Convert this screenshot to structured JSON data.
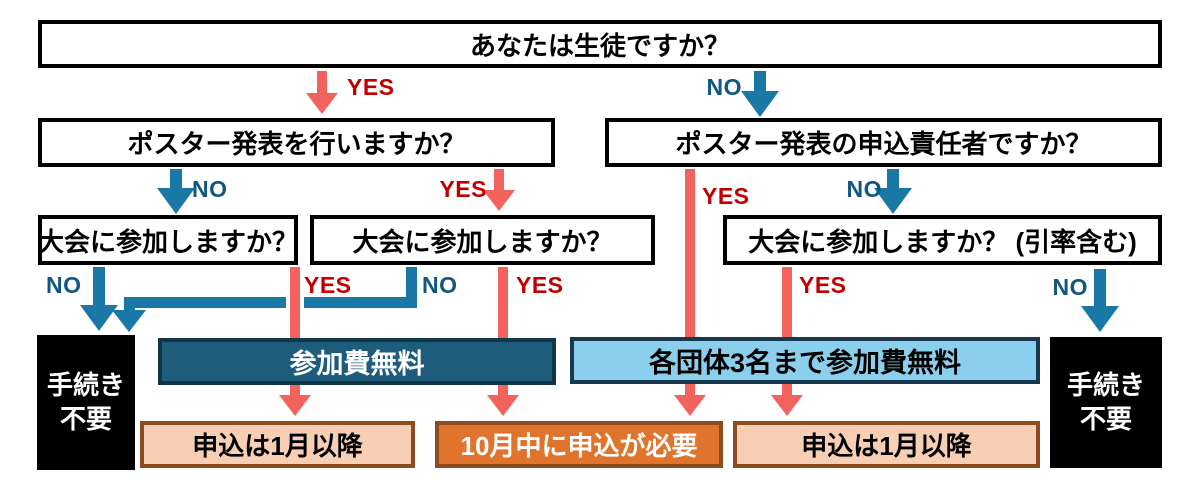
{
  "labels": {
    "yes": "YES",
    "no": "NO"
  },
  "questions": {
    "student": "あなたは生徒ですか？",
    "poster": "ポスター発表を行いますか？",
    "manager": "ポスター発表の申込責任者ですか？",
    "attend_left": "大会に参加しますか？",
    "attend_mid": "大会に参加しますか？",
    "attend_right": "大会に参加しますか？ (引率含む)"
  },
  "results": {
    "no_procedure_left": "手続き\n不要",
    "no_procedure_right": "手続き\n不要",
    "free": "参加費無料",
    "free_three": "各団体3名まで参加費無料",
    "apply_january_left": "申込は1月以降",
    "apply_october": "10月中に申込が必要",
    "apply_january_right": "申込は1月以降"
  },
  "colors": {
    "arrow_red": "#F4625D",
    "arrow_blue": "#1A78A6",
    "label_yes": "#C00000",
    "label_no": "#125780",
    "bar_dark_blue": "#1E5C7C",
    "bar_light_blue": "#8CCFEC",
    "orange": "#E0742C",
    "peach": "#F7CFB4",
    "result_border": "#8E4C1E",
    "black_box": "#000000"
  }
}
